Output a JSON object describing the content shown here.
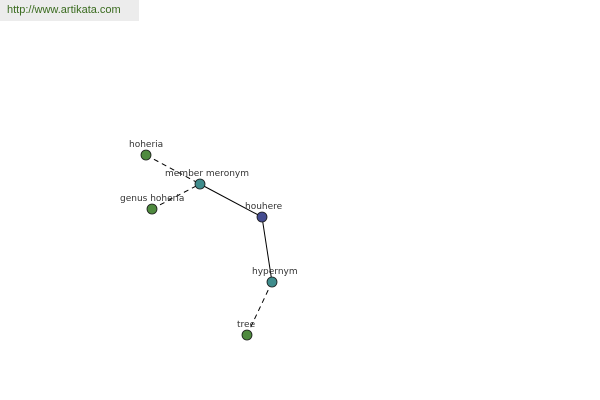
{
  "header": {
    "url": "http://www.artikata.com"
  },
  "colors": {
    "leaf": "#4f8a3f",
    "relation": "#3f8c8c",
    "center": "#444c90",
    "edge": "#000000"
  },
  "graph": {
    "nodes": [
      {
        "id": "hoheria",
        "label": "hoheria",
        "kind": "leaf"
      },
      {
        "id": "member-meronym",
        "label": "member meronym",
        "kind": "relation"
      },
      {
        "id": "genus-hoheria",
        "label": "genus hoheria",
        "kind": "leaf"
      },
      {
        "id": "houhere",
        "label": "houhere",
        "kind": "center"
      },
      {
        "id": "hypernym",
        "label": "hypernym",
        "kind": "relation"
      },
      {
        "id": "tree",
        "label": "tree",
        "kind": "leaf"
      }
    ],
    "edges": [
      {
        "from": "hoheria",
        "to": "member-meronym",
        "style": "dashed"
      },
      {
        "from": "genus-hoheria",
        "to": "member-meronym",
        "style": "dashed"
      },
      {
        "from": "member-meronym",
        "to": "houhere",
        "style": "solid"
      },
      {
        "from": "houhere",
        "to": "hypernym",
        "style": "solid"
      },
      {
        "from": "hypernym",
        "to": "tree",
        "style": "dashed"
      }
    ]
  }
}
